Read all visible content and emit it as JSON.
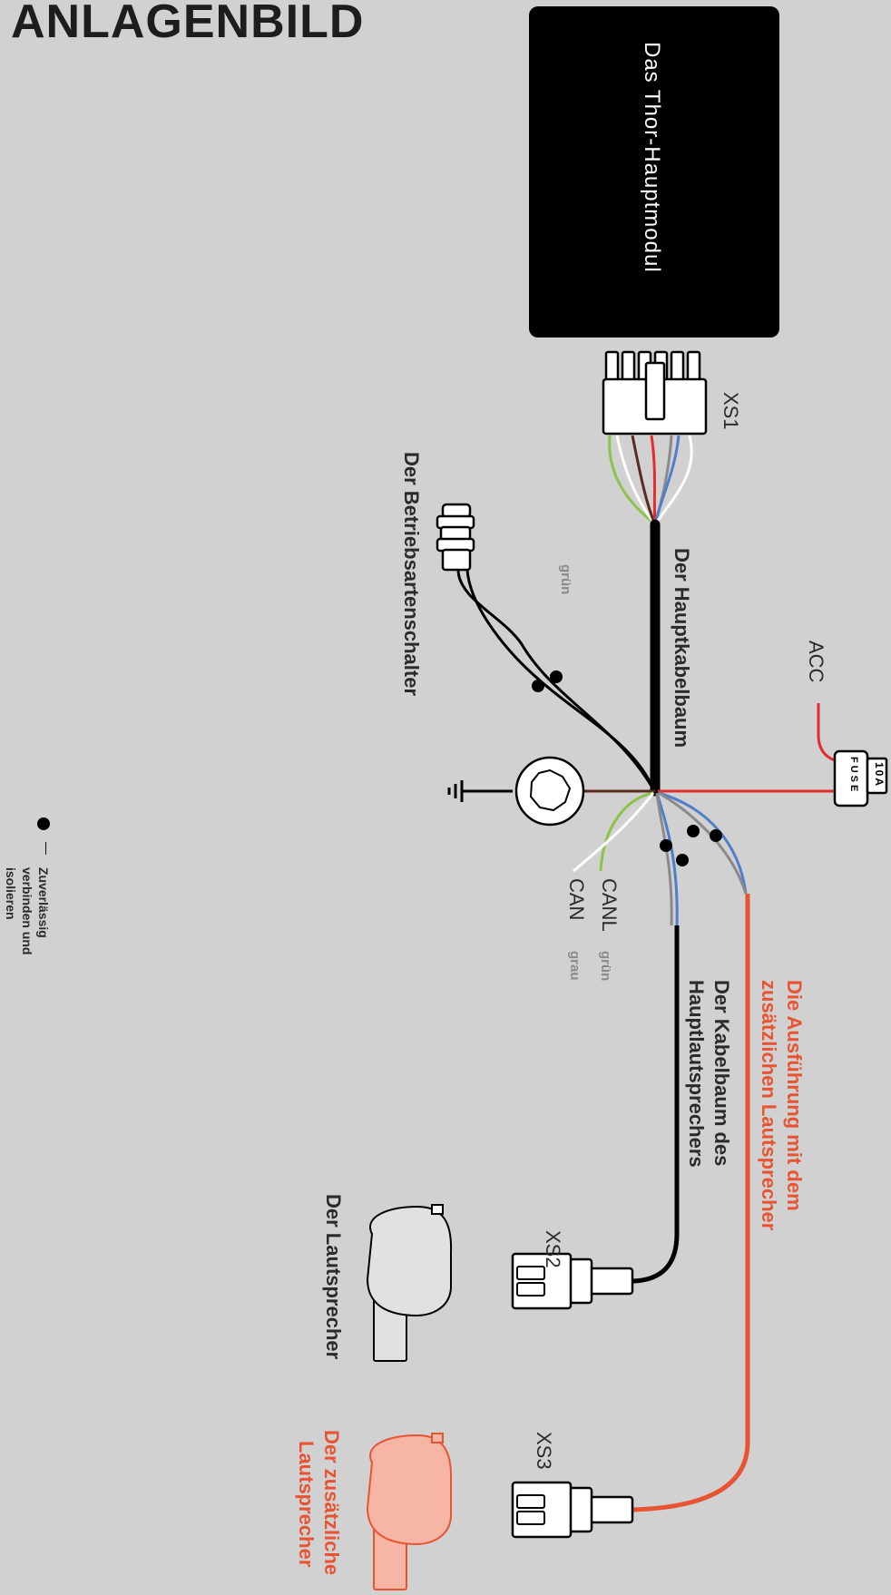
{
  "title": "ANLAGENBILD",
  "module": {
    "label": "Das Thor-Hauptmodul"
  },
  "connectors": {
    "xs1": "XS1",
    "xs2": "XS2",
    "xs3": "XS3"
  },
  "fuse": {
    "label": "FUSE",
    "rating": "10A"
  },
  "labels": {
    "acc": "ACC",
    "main_harness": "Der Hauptkabelbaum",
    "mode_switch": "Der Betriebsartenschalter",
    "gruen_top": "grün",
    "canl": "CANL",
    "can": "CAN",
    "canl_color": "grün",
    "can_color": "grau",
    "speaker_harness_line1": "Der Kabelbaum des",
    "speaker_harness_line2": "Hauptlautsprechers",
    "extra_option_line1": "Die Ausführung mit dem",
    "extra_option_line2": "zusätzlichen Lautsprecher",
    "speaker": "Der Lautsprecher",
    "extra_speaker_line1": "Der zusätzliche",
    "extra_speaker_line2": "Lautsprecher"
  },
  "legend": {
    "dash": "—",
    "line1": "Zuverlässig",
    "line2": "verbinden und",
    "line3": "isolieren"
  },
  "colors": {
    "background": "#d1d1d1",
    "accent_red": "#e85432",
    "wire_red": "#e32d2d",
    "wire_green": "#8cc34a",
    "wire_blue": "#4f7fc8",
    "wire_gray": "#8a8a8a",
    "wire_brown": "#5a2a1f",
    "speaker_fill": "#f6b5a5"
  }
}
